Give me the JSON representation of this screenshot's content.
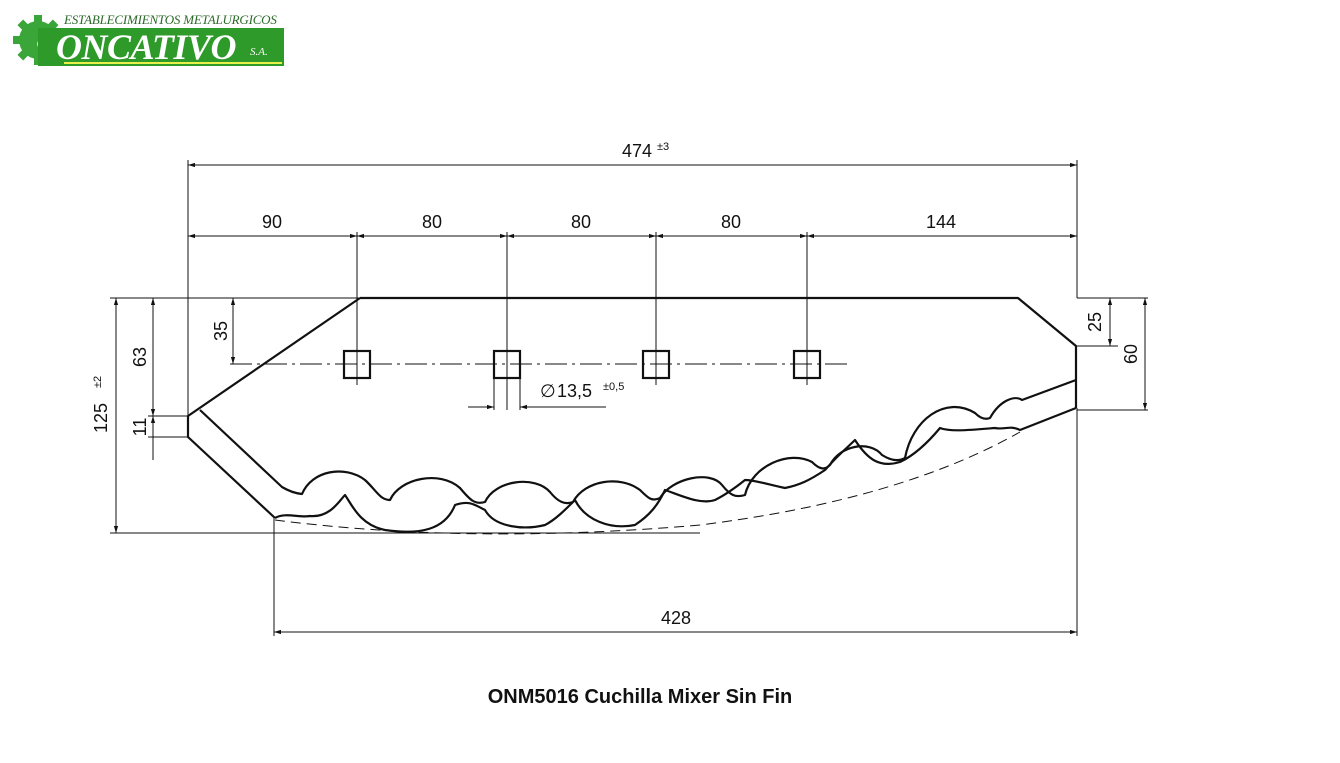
{
  "logo": {
    "top_text": "ESTABLECIMIENTOS METALURGICOS",
    "main_text": "ONCATIVO",
    "suffix": "S.A.",
    "brand_green": "#2e9a2a",
    "accent_yellow": "#e8f04a"
  },
  "dimensions": {
    "overall_length": "474",
    "overall_length_tol": "±3",
    "spacing": [
      "90",
      "80",
      "80",
      "80",
      "144"
    ],
    "hole_size": "13,5",
    "hole_size_symbol": "∅",
    "hole_size_tol": "±0,5",
    "hole_offset_top": "35",
    "left_upper": "63",
    "left_tip": "11",
    "overall_height": "125",
    "overall_height_tol": "±2",
    "right_top": "25",
    "right_height": "60",
    "bottom_length": "428"
  },
  "caption": "ONM5016 Cuchilla Mixer Sin Fin"
}
